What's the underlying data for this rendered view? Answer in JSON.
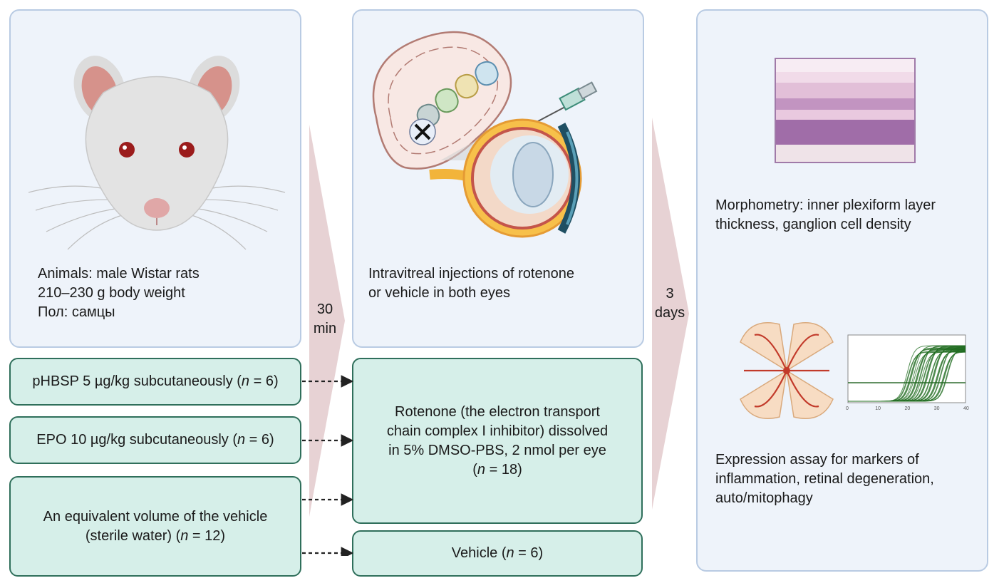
{
  "panel_animals": {
    "lines": [
      "Animals: male Wistar rats",
      "210–230 g body weight",
      "Пол: самцы"
    ]
  },
  "panel_injection": {
    "lines": [
      "Intravitreal injections of rotenone",
      "or vehicle in both eyes"
    ]
  },
  "panel_outcomes": {
    "morphometry_lines": [
      "Morphometry: inner plexiform layer",
      "thickness, ganglion cell density"
    ],
    "expression_lines": [
      "Expression assay for markers of",
      "inflammation, retinal degeneration,",
      "auto/mitophagy"
    ]
  },
  "interval_1": {
    "value": "30",
    "unit": "min"
  },
  "interval_2": {
    "value": "3",
    "unit": "days"
  },
  "treatments": [
    {
      "label": "pHBSP 5 µg/kg subcutaneously (",
      "n_symbol": "n",
      "n_value": " = 6)"
    },
    {
      "label": "EPO 10 µg/kg subcutaneously (",
      "n_symbol": "n",
      "n_value": " = 6)"
    },
    {
      "label_line1": "An equivalent volume of the vehicle",
      "label_line2": "(sterile water) (",
      "n_symbol": "n",
      "n_value": " = 12)"
    }
  ],
  "rotenone_group": {
    "lines": [
      "Rotenone (the electron transport",
      "chain complex I inhibitor) dissolved",
      "in 5% DMSO-PBS, 2 nmol per eye"
    ],
    "n_open": "(",
    "n_symbol": "n",
    "n_value": " = 18)"
  },
  "vehicle_group": {
    "label": "Vehicle (",
    "n_symbol": "n",
    "n_value": " = 6)"
  },
  "pcr_plot": {
    "x_ticks": [
      "0",
      "10",
      "20",
      "30",
      "40"
    ]
  },
  "colors": {
    "panel_bg": "#eef3fa",
    "panel_border": "#b9cbe3",
    "box_bg": "#d6efe9",
    "box_border": "#2f6f5b",
    "arrow": "#e7d2d4",
    "curve": "#1f6b1f"
  },
  "icons": [
    "rat-head-icon",
    "mitochondrion-icon",
    "syringe-icon",
    "eye-cross-section-icon",
    "histology-slide-image",
    "retina-flatmount-icon",
    "amplification-curve-plot"
  ]
}
